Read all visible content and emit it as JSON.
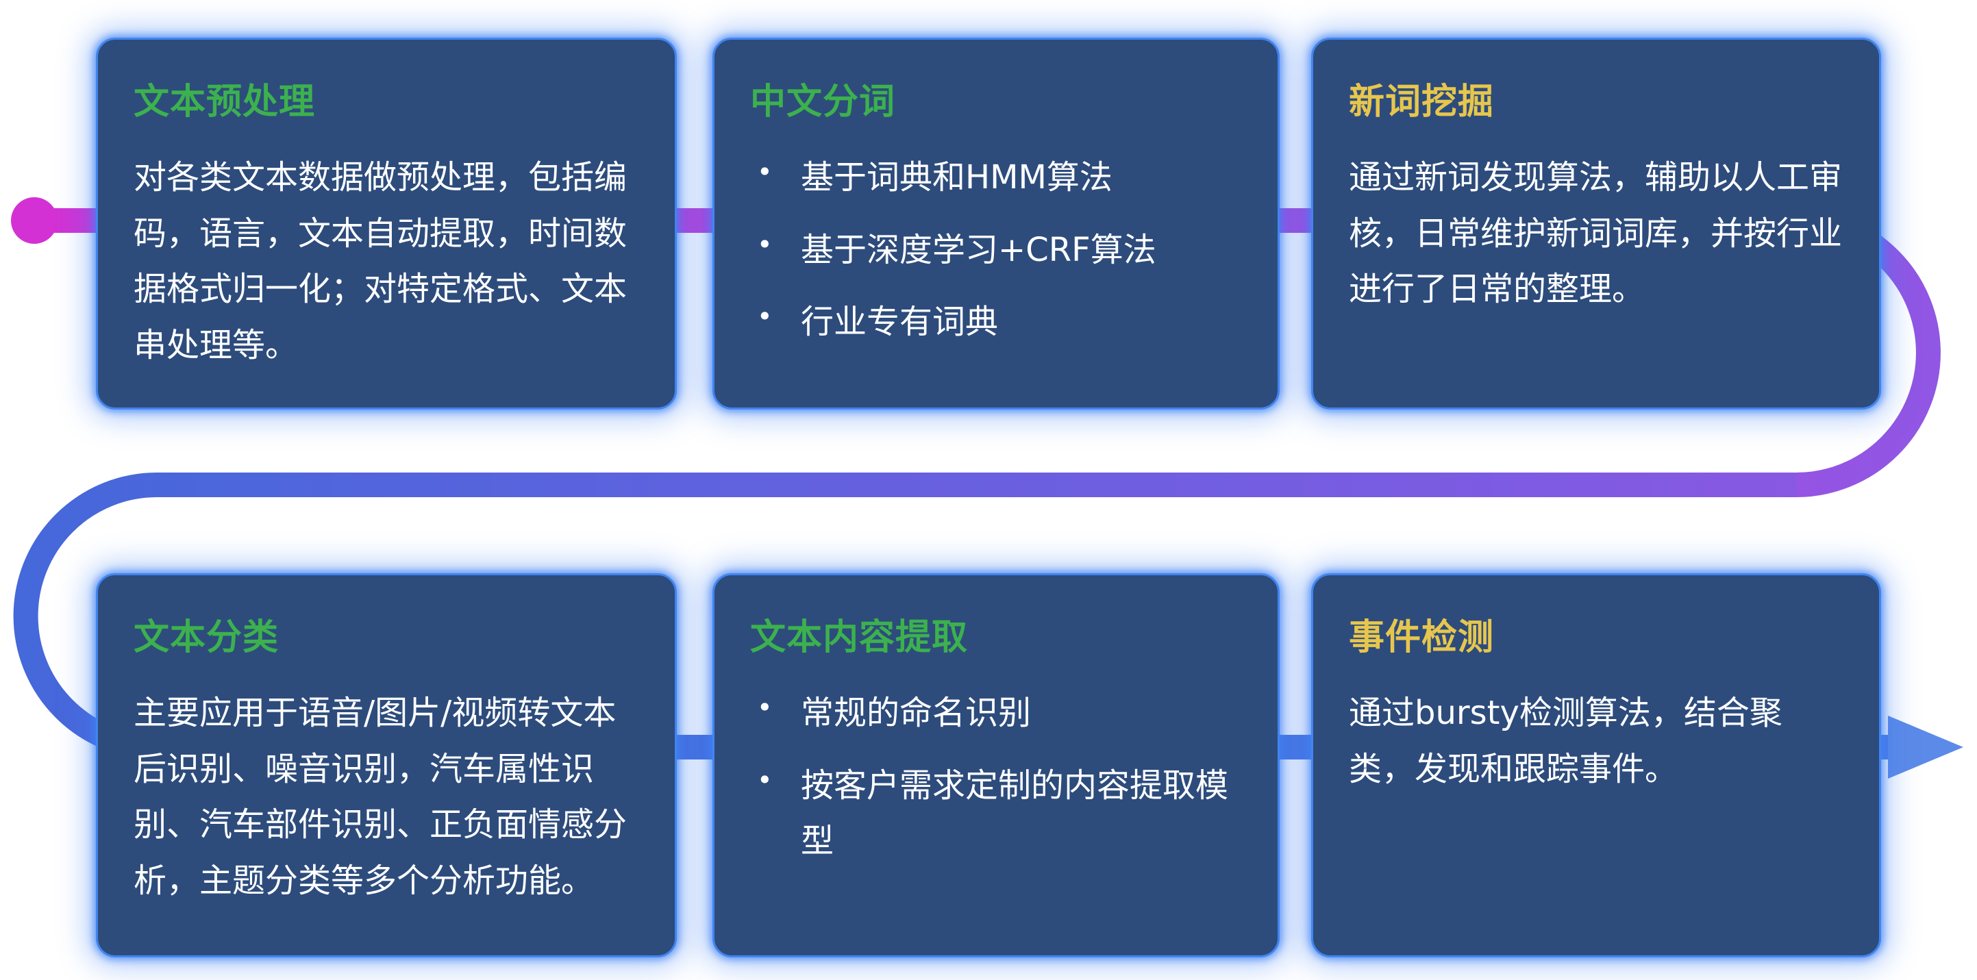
{
  "bullet_char": "•",
  "colors": {
    "background": "#ffffff",
    "card_bg": "#2d4c7c",
    "card_border": "#4285ee",
    "title_green": "#3cb14e",
    "title_yellow": "#e7c64d",
    "body_text": "#ffffff",
    "pipe_magenta": "#d431d4",
    "pipe_purple": "#8f57e4",
    "pipe_blue": "#4468da",
    "pipe_blue2": "#4b7be4",
    "pipe_arrow": "#5c8ae8"
  },
  "cards": [
    {
      "id": "text-preprocessing",
      "title": "文本预处理",
      "title_color": "green",
      "body": "对各类文本数据做预处理，包括编码，语言，文本自动提取，时间数据格式归一化；对特定格式、文本串处理等。"
    },
    {
      "id": "chinese-word-segmentation",
      "title": "中文分词",
      "title_color": "green",
      "bullets": [
        "基于词典和HMM算法",
        "基于深度学习+CRF算法",
        "行业专有词典"
      ]
    },
    {
      "id": "new-word-mining",
      "title": "新词挖掘",
      "title_color": "yellow",
      "body": "通过新词发现算法，辅助以人工审核，日常维护新词词库，并按行业进行了日常的整理。"
    },
    {
      "id": "text-classification",
      "title": "文本分类",
      "title_color": "green",
      "body": "主要应用于语音/图片/视频转文本后识别、噪音识别，汽车属性识别、汽车部件识别、正负面情感分析，主题分类等多个分析功能。"
    },
    {
      "id": "text-content-extraction",
      "title": "文本内容提取",
      "title_color": "green",
      "bullets": [
        "常规的命名识别",
        "按客户需求定制的内容提取模型"
      ]
    },
    {
      "id": "event-detection",
      "title": "事件检测",
      "title_color": "yellow",
      "body": "通过bursty检测算法，结合聚类，发现和跟踪事件。"
    }
  ]
}
